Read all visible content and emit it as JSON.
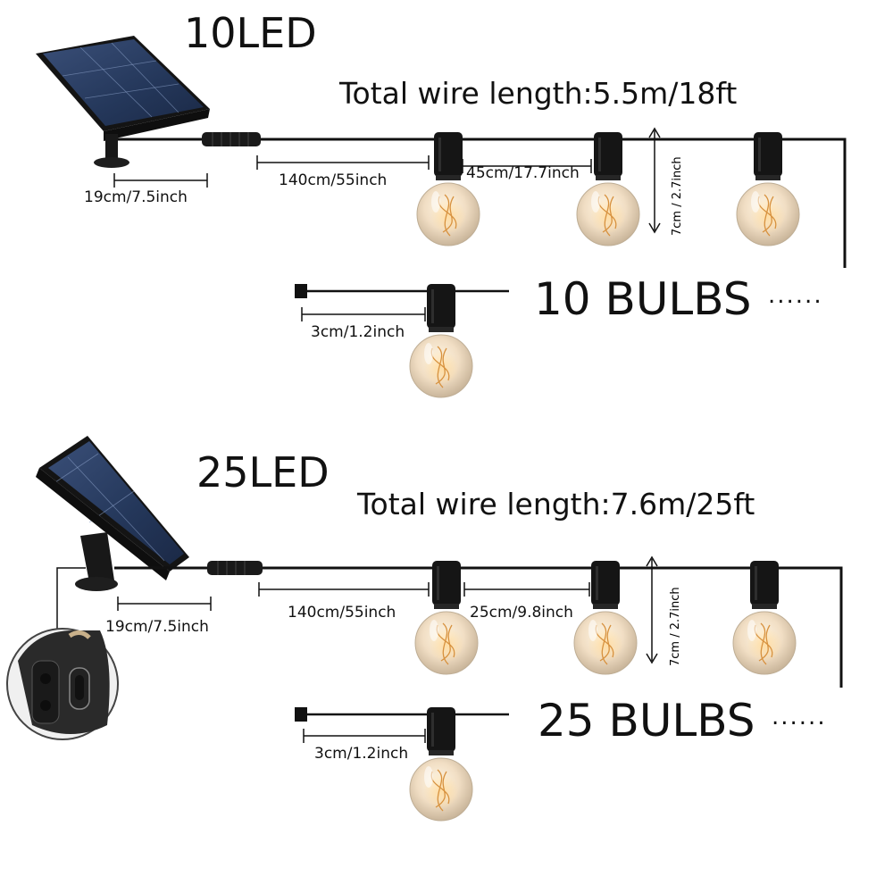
{
  "sections": [
    {
      "title": "10LED",
      "wire_length": "Total wire length:5.5m/18ft",
      "bulb_count": "10 BULBS",
      "dims": {
        "panel_to_connector": "19cm/7.5inch",
        "lead": "140cm/55inch",
        "spacing": "45cm/17.7inch",
        "bulb_height": "7cm / 2.7inch",
        "end": "3cm/1.2inch"
      }
    },
    {
      "title": "25LED",
      "wire_length": "Total wire length:7.6m/25ft",
      "bulb_count": "25 BULBS",
      "dims": {
        "panel_to_connector": "19cm/7.5inch",
        "lead": "140cm/55inch",
        "spacing": "25cm/9.8inch",
        "bulb_height": "7cm / 2.7inch",
        "end": "3cm/1.2inch"
      }
    }
  ],
  "ellipsis": "......",
  "colors": {
    "wire": "#111111",
    "panel_cells": "#2c3f63",
    "frame": "#1a1a1a",
    "bulb_glass": "#f3e6d3",
    "filament": "#e8a64a"
  },
  "icons": [
    "solar-panel-icon",
    "bulb-icon",
    "switch-closeup-icon"
  ]
}
